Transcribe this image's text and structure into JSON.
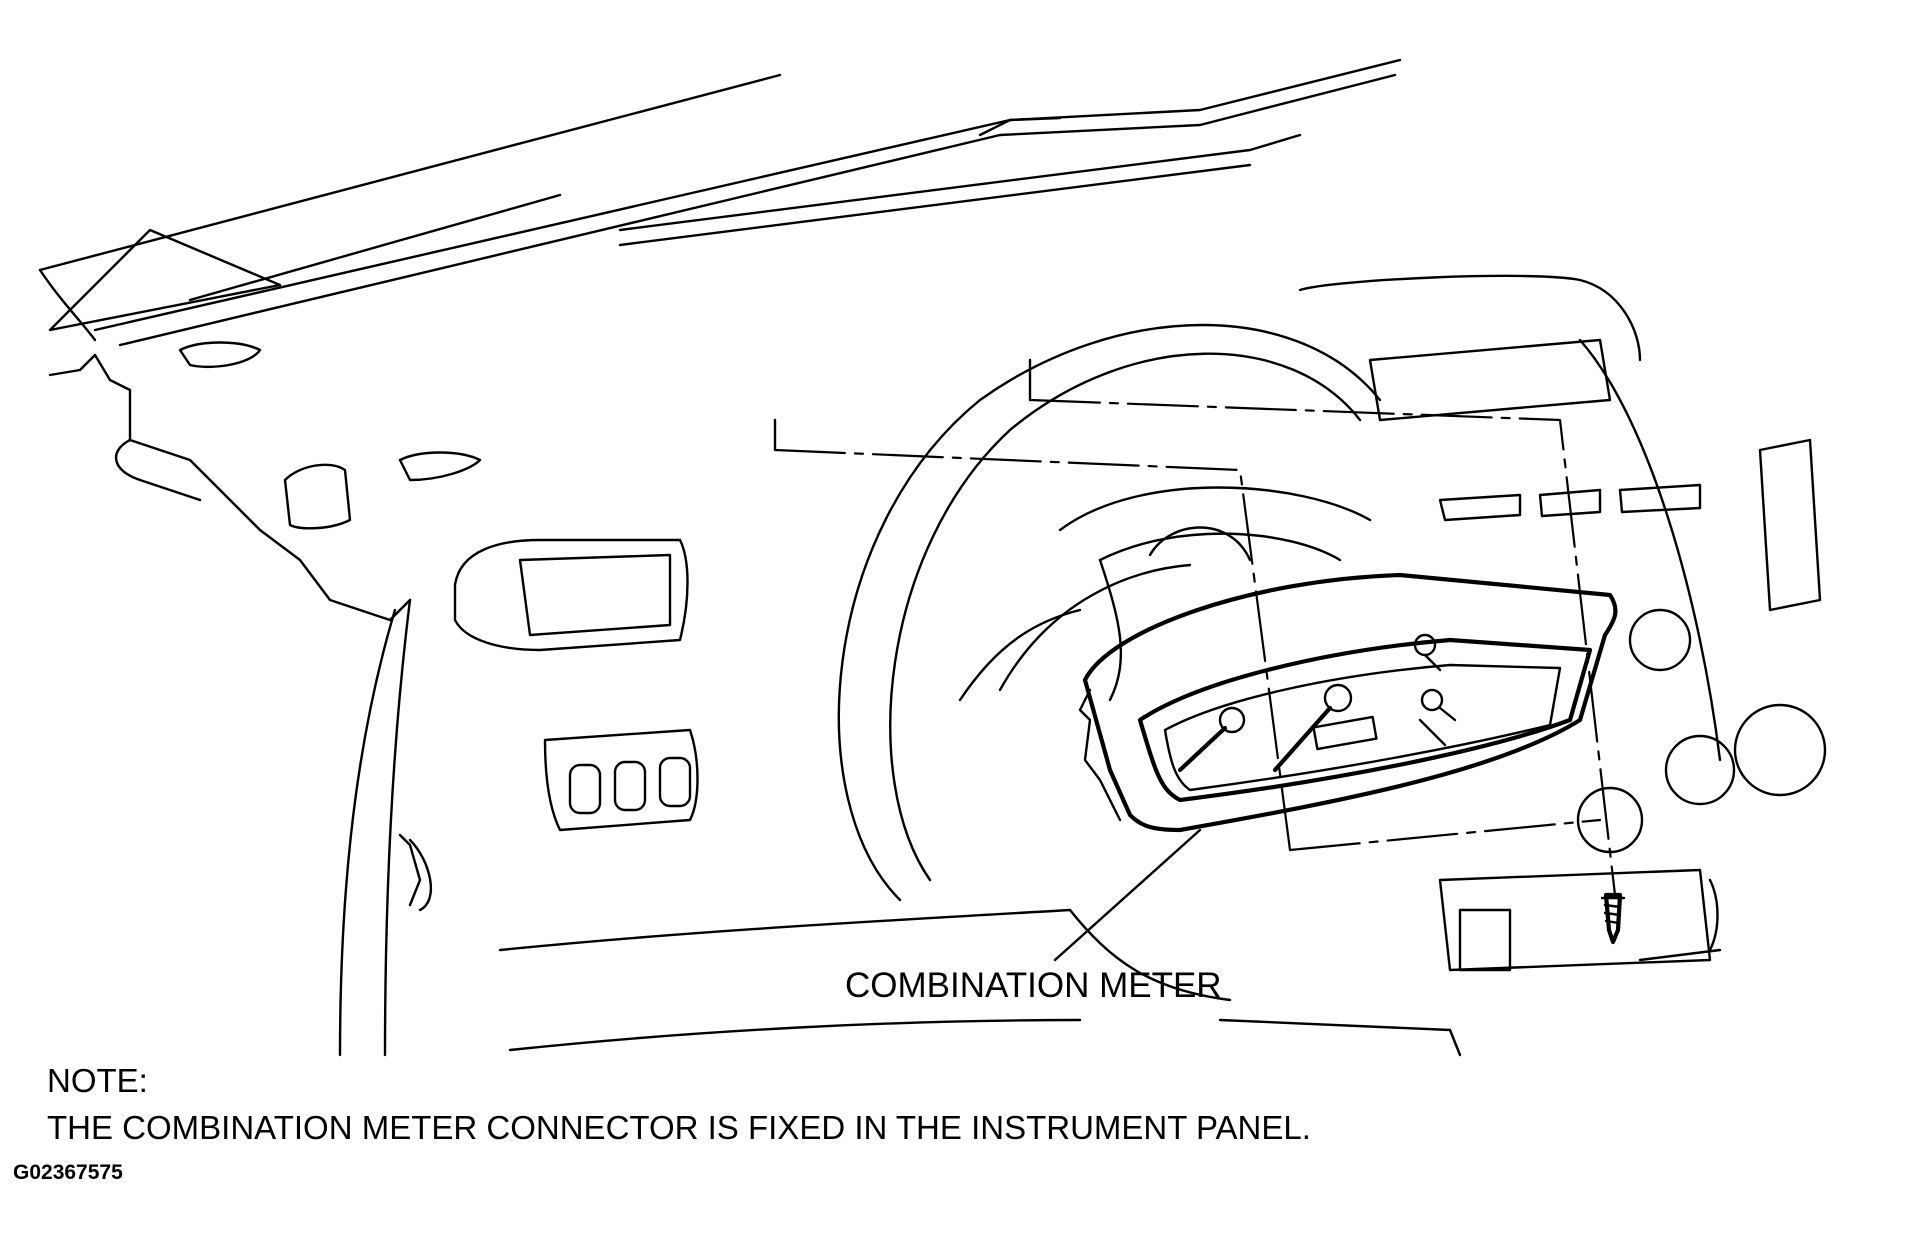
{
  "diagram": {
    "callout_label": "COMBINATION METER",
    "note_heading": "NOTE:",
    "note_text": "THE COMBINATION METER CONNECTOR IS FIXED IN THE INSTRUMENT PANEL.",
    "figure_id": "G02367575",
    "line_color": "#000000",
    "background_color": "#ffffff"
  }
}
